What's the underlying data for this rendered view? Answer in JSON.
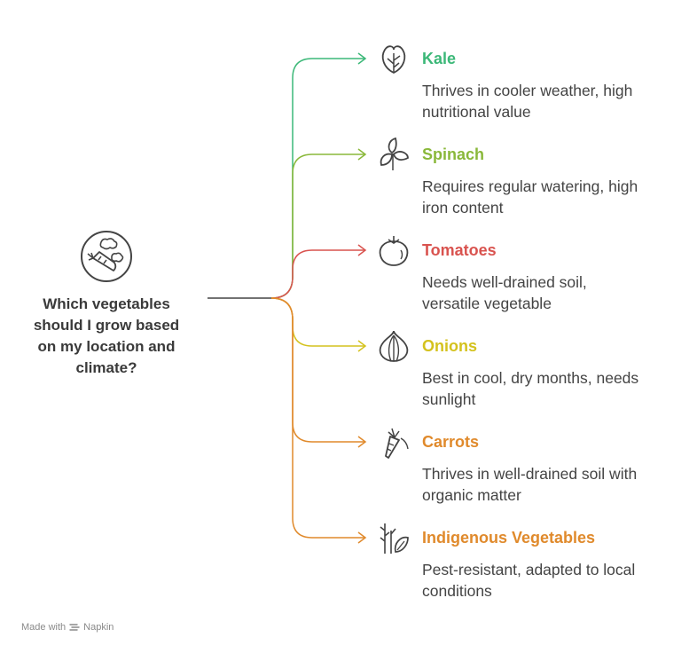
{
  "question": {
    "lines": [
      "Which vegetables",
      "should I grow based",
      "on my location and",
      "climate?"
    ],
    "icon": "vegetables-icon"
  },
  "items": [
    {
      "title": "Kale",
      "color": "#3cb878",
      "icon": "kale-leaf-icon",
      "desc_lines": [
        "Thrives in cooler weather, high",
        "nutritional value"
      ]
    },
    {
      "title": "Spinach",
      "color": "#8ab83a",
      "icon": "spinach-leaves-icon",
      "desc_lines": [
        "Requires regular watering, high",
        "iron content"
      ]
    },
    {
      "title": "Tomatoes",
      "color": "#d9534f",
      "icon": "tomato-icon",
      "desc_lines": [
        "Needs well-drained soil,",
        "versatile vegetable"
      ]
    },
    {
      "title": "Onions",
      "color": "#d4c21e",
      "icon": "onion-icon",
      "desc_lines": [
        "Best in cool, dry months, needs",
        "sunlight"
      ]
    },
    {
      "title": "Carrots",
      "color": "#e08a2c",
      "icon": "carrot-icon",
      "desc_lines": [
        "Thrives in well-drained soil with",
        "organic matter"
      ]
    },
    {
      "title": "Indigenous Vegetables",
      "color": "#e08a2c",
      "icon": "indigenous-vegetables-icon",
      "desc_lines": [
        "Pest-resistant, adapted to local",
        "conditions"
      ]
    }
  ],
  "footer": {
    "made_with": "Made with",
    "brand": "Napkin",
    "icon": "napkin-logo-icon"
  }
}
